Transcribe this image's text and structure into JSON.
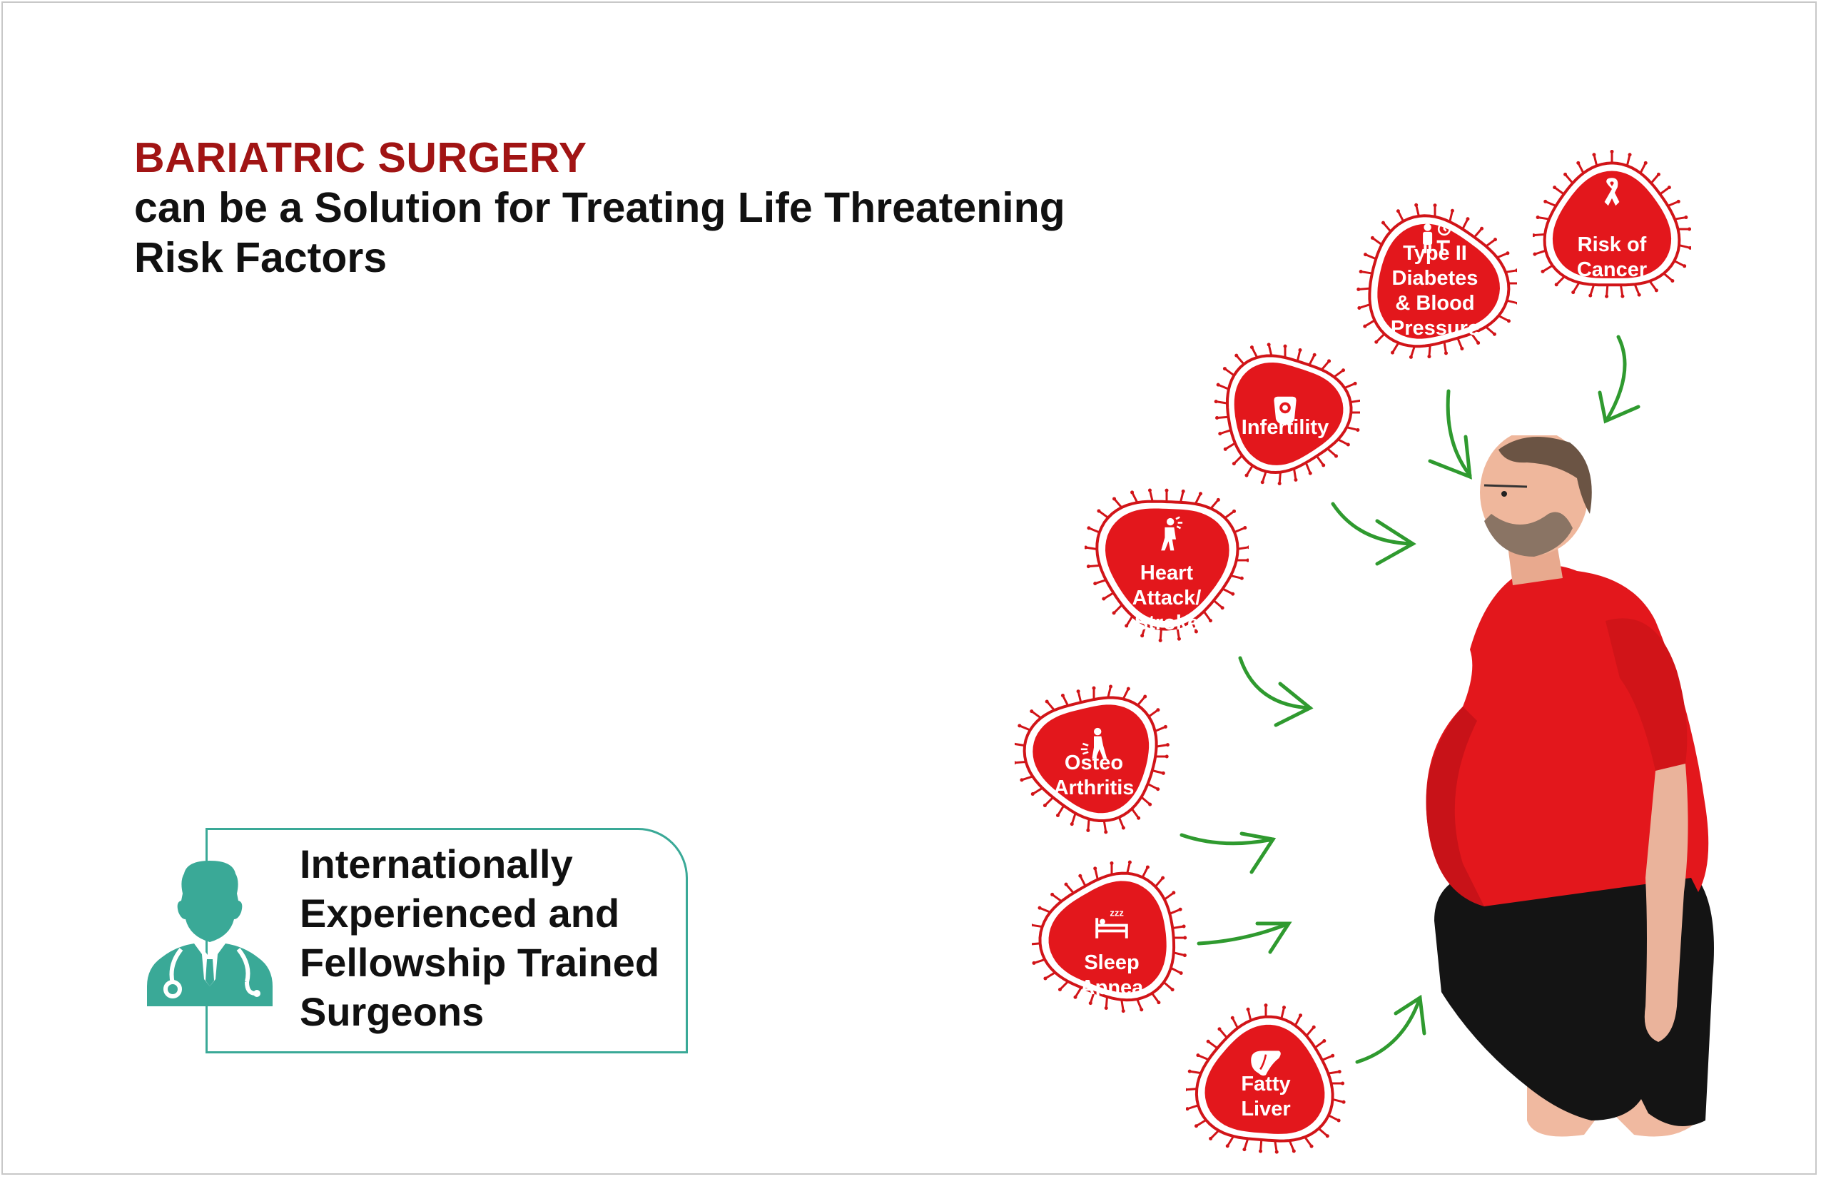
{
  "headline": {
    "brand": "BARIATRIC SURGERY",
    "line2": "can be a Solution for Treating Life Threatening",
    "line3": "Risk Factors"
  },
  "promo": {
    "line1": "Internationally",
    "line2": "Experienced and",
    "line3": "Fellowship Trained",
    "line4": "Surgeons",
    "accent_color": "#3aa997"
  },
  "risk_factors": [
    {
      "lines": [
        "Risk of",
        "Cancer"
      ],
      "icon": "ribbon-icon"
    },
    {
      "lines": [
        "Type II",
        "Diabetes",
        "& Blood",
        "Pressure"
      ],
      "icon": "doctor-patient-icon"
    },
    {
      "lines": [
        "Infertility"
      ],
      "icon": "uterus-icon"
    },
    {
      "lines": [
        "Heart",
        "Attack/",
        "Stroke"
      ],
      "icon": "chest-pain-icon"
    },
    {
      "lines": [
        "Osteo",
        "Arthritis"
      ],
      "icon": "knee-pain-icon"
    },
    {
      "lines": [
        "Sleep",
        "Apnea"
      ],
      "icon": "sleeping-bed-icon"
    },
    {
      "lines": [
        "Fatty",
        "Liver"
      ],
      "icon": "liver-icon"
    }
  ],
  "colors": {
    "badge": "#e3171c",
    "badge_dark": "#c81218",
    "arrow": "#2f9a2f",
    "brand": "#a11414"
  }
}
